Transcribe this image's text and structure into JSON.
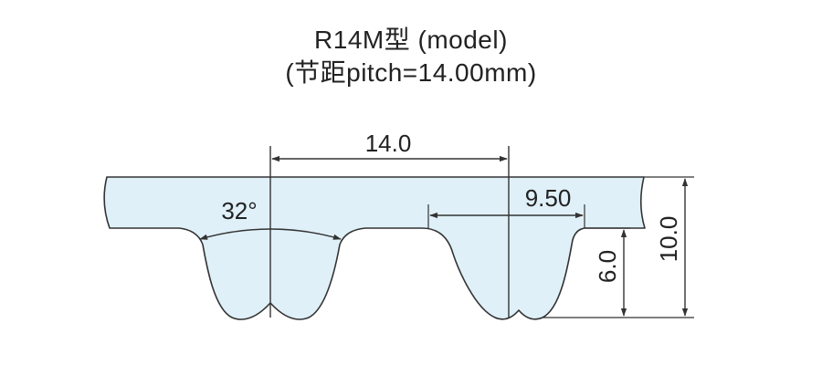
{
  "title": {
    "line1": "R14M型 (model)",
    "line2": "(节距pitch=14.00mm)"
  },
  "dimensions": {
    "pitch": "14.0",
    "tooth_width": "9.50",
    "angle": "32°",
    "tooth_height": "6.0",
    "total_height": "10.0"
  },
  "colors": {
    "belt_fill": "#dff0f8",
    "line": "#333333",
    "text": "#222222"
  }
}
